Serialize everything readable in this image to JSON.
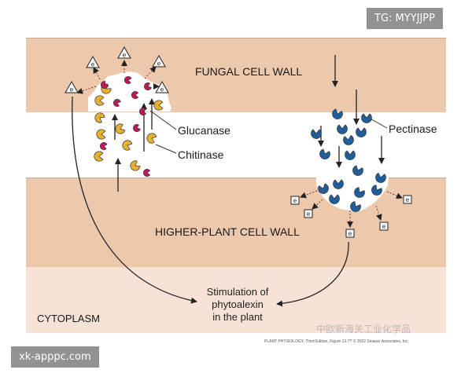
{
  "labels": {
    "fungal_wall": "FUNGAL CELL WALL",
    "plant_wall": "HIGHER-PLANT CELL WALL",
    "cytoplasm": "CYTOPLASM",
    "glucanase": "Glucanase",
    "chitinase": "Chitinase",
    "pectinase": "Pectinase",
    "stimulation_line1": "Stimulation of",
    "stimulation_line2": "phytoalexin",
    "stimulation_line3": "in the plant"
  },
  "elicitor_letter": "e",
  "credit": "PLANT PHYSIOLOGY, Third Edition, Figure 13-?? © 2002 Sinauer Associates, Inc.",
  "watermarks": {
    "top_right": "TG: MYYJJPP",
    "bottom_left": "xk-apppc.com",
    "bottom_right": "中欧新海关工业化学品"
  },
  "colors": {
    "fungal_wall": "#ecc9ad",
    "plant_wall": "#ecc9ad",
    "cytoplasm": "#f6e2d6",
    "glucanase": "#c2185b",
    "chitinase": "#e8b030",
    "pectinase": "#1f5e9a"
  }
}
